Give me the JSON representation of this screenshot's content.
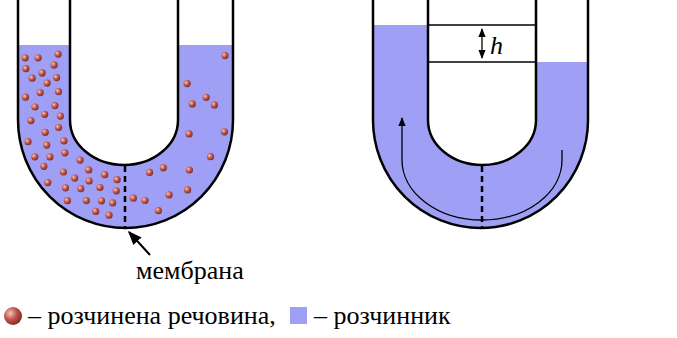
{
  "diagram": {
    "labels": [
      "h",
      "мембрана"
    ],
    "legend": [
      {
        "text": "– розчинена речовина,"
      },
      {
        "text": "– розчинник",
        "color": "#9f9ff5"
      }
    ]
  }
}
